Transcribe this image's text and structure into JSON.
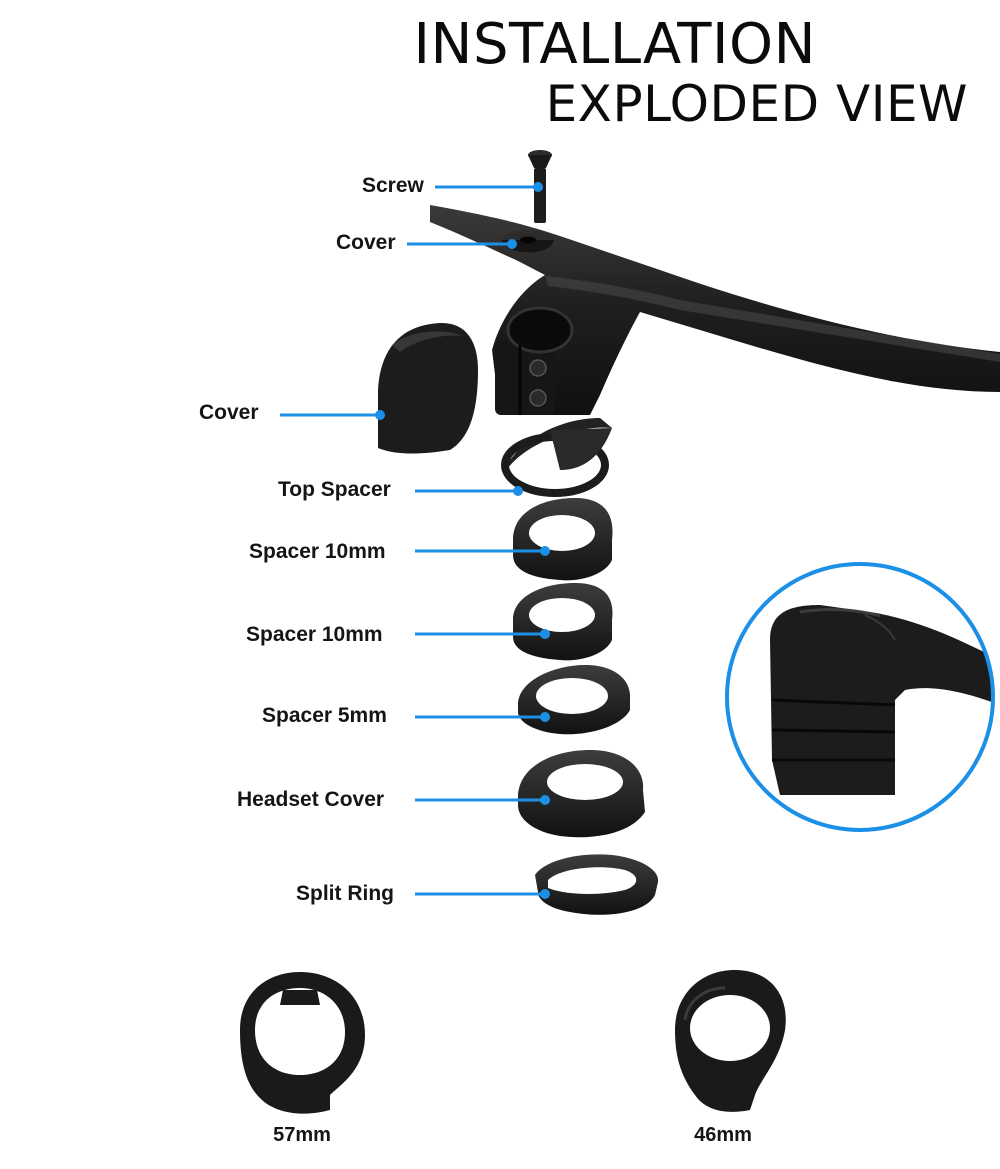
{
  "header": {
    "title_line1": "INSTALLATION",
    "title_line2": "EXPLODED VIEW"
  },
  "parts": [
    {
      "id": "screw",
      "label": "Screw"
    },
    {
      "id": "cover-top",
      "label": "Cover"
    },
    {
      "id": "cover-side",
      "label": "Cover"
    },
    {
      "id": "top-spacer",
      "label": "Top Spacer"
    },
    {
      "id": "spacer-10mm-a",
      "label": "Spacer 10mm"
    },
    {
      "id": "spacer-10mm-b",
      "label": "Spacer 10mm"
    },
    {
      "id": "spacer-5mm",
      "label": "Spacer 5mm"
    },
    {
      "id": "headset-cover",
      "label": "Headset Cover"
    },
    {
      "id": "split-ring",
      "label": "Split Ring"
    }
  ],
  "sizes": [
    {
      "label": "57mm"
    },
    {
      "label": "46mm"
    }
  ],
  "colors": {
    "leader": "#1c8fe6",
    "part": "#1a1a1a",
    "part_highlight": "#3a3a3a",
    "title": "#0b0b0b"
  }
}
